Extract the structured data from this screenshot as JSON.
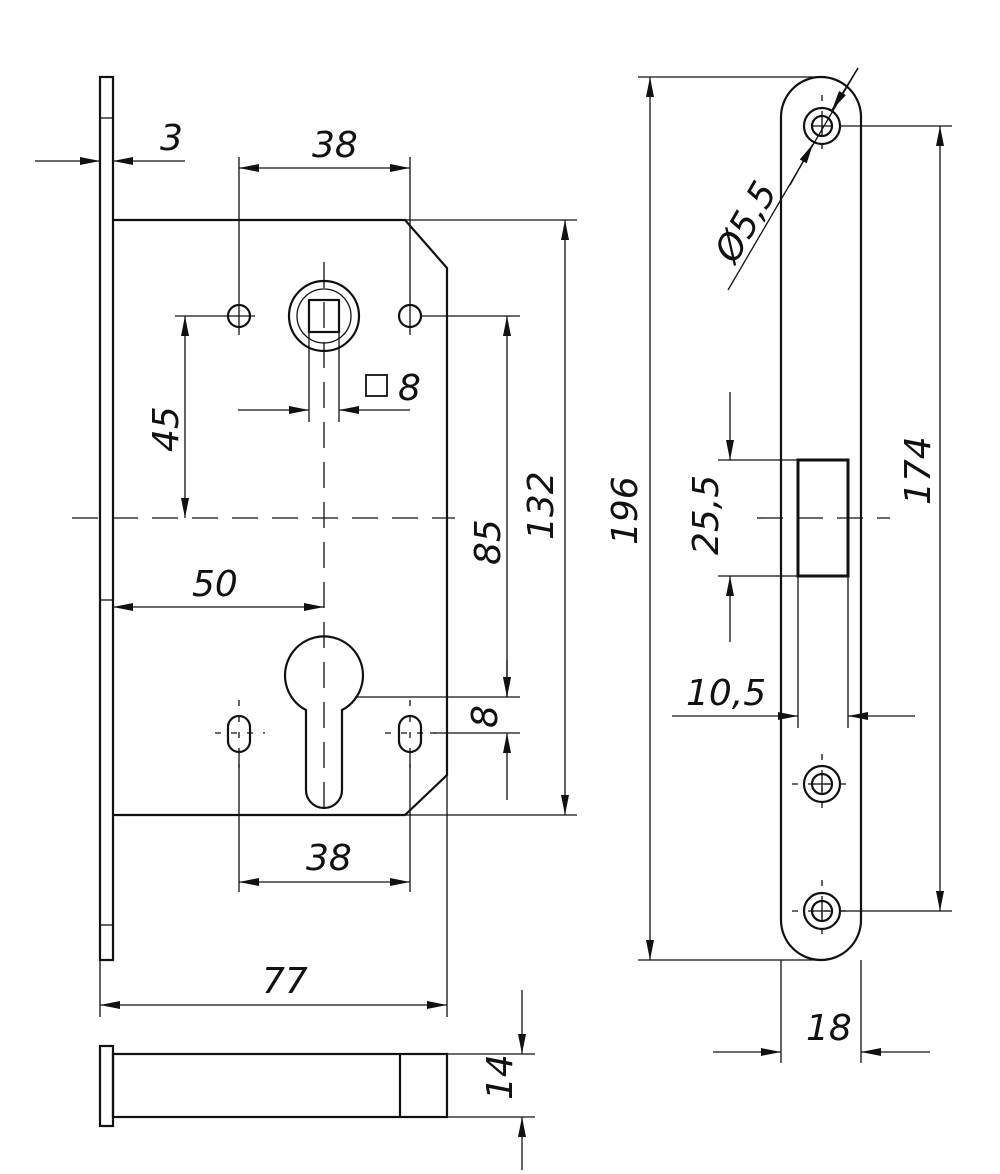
{
  "dimensions": {
    "faceplate_thickness": "3",
    "top_screw_spacing": "38",
    "spindle_to_cylinder": "45",
    "square_spindle": "8",
    "backset": "50",
    "spindle_to_cylinder_85": "85",
    "body_height": "132",
    "cylinder_offset": "8",
    "bottom_screw_spacing": "38",
    "body_depth": "77",
    "faceplate_height": "196",
    "screw_hole_diameter": "Ø5,5",
    "latch_height": "25,5",
    "latch_offset": "10,5",
    "strike_screw_spacing": "174",
    "faceplate_width": "18",
    "body_width": "14"
  }
}
